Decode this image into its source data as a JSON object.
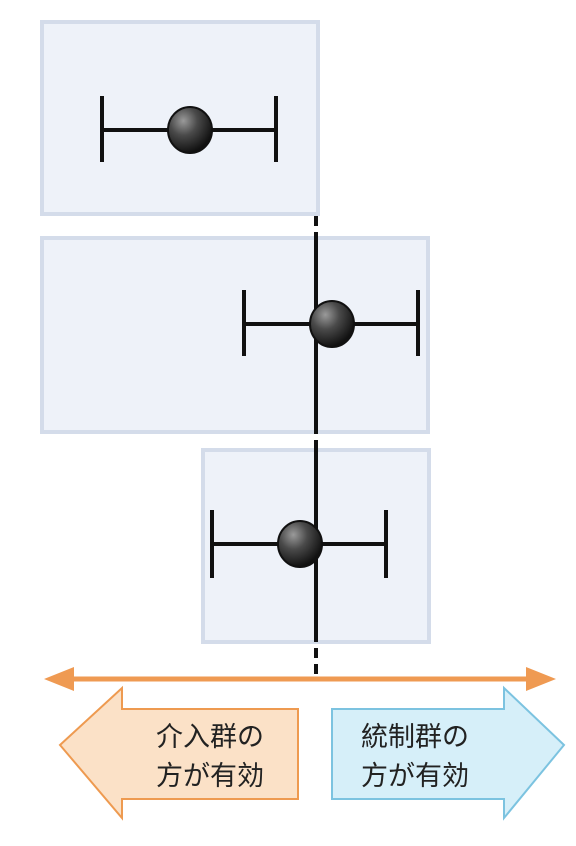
{
  "colors": {
    "panel_fill": "#eef2f9",
    "panel_stroke": "#d4dcea",
    "line": "#111111",
    "axis_arrow": "#ef9a52",
    "left_arrow_fill": "#fbe1c7",
    "left_arrow_stroke": "#ee9a50",
    "right_arrow_fill": "#d6eff9",
    "right_arrow_stroke": "#7cc3e0"
  },
  "left_label": {
    "line1": "介入群の",
    "line2": "方が有効"
  },
  "right_label": {
    "line1": "統制群の",
    "line2": "方が有効"
  }
}
